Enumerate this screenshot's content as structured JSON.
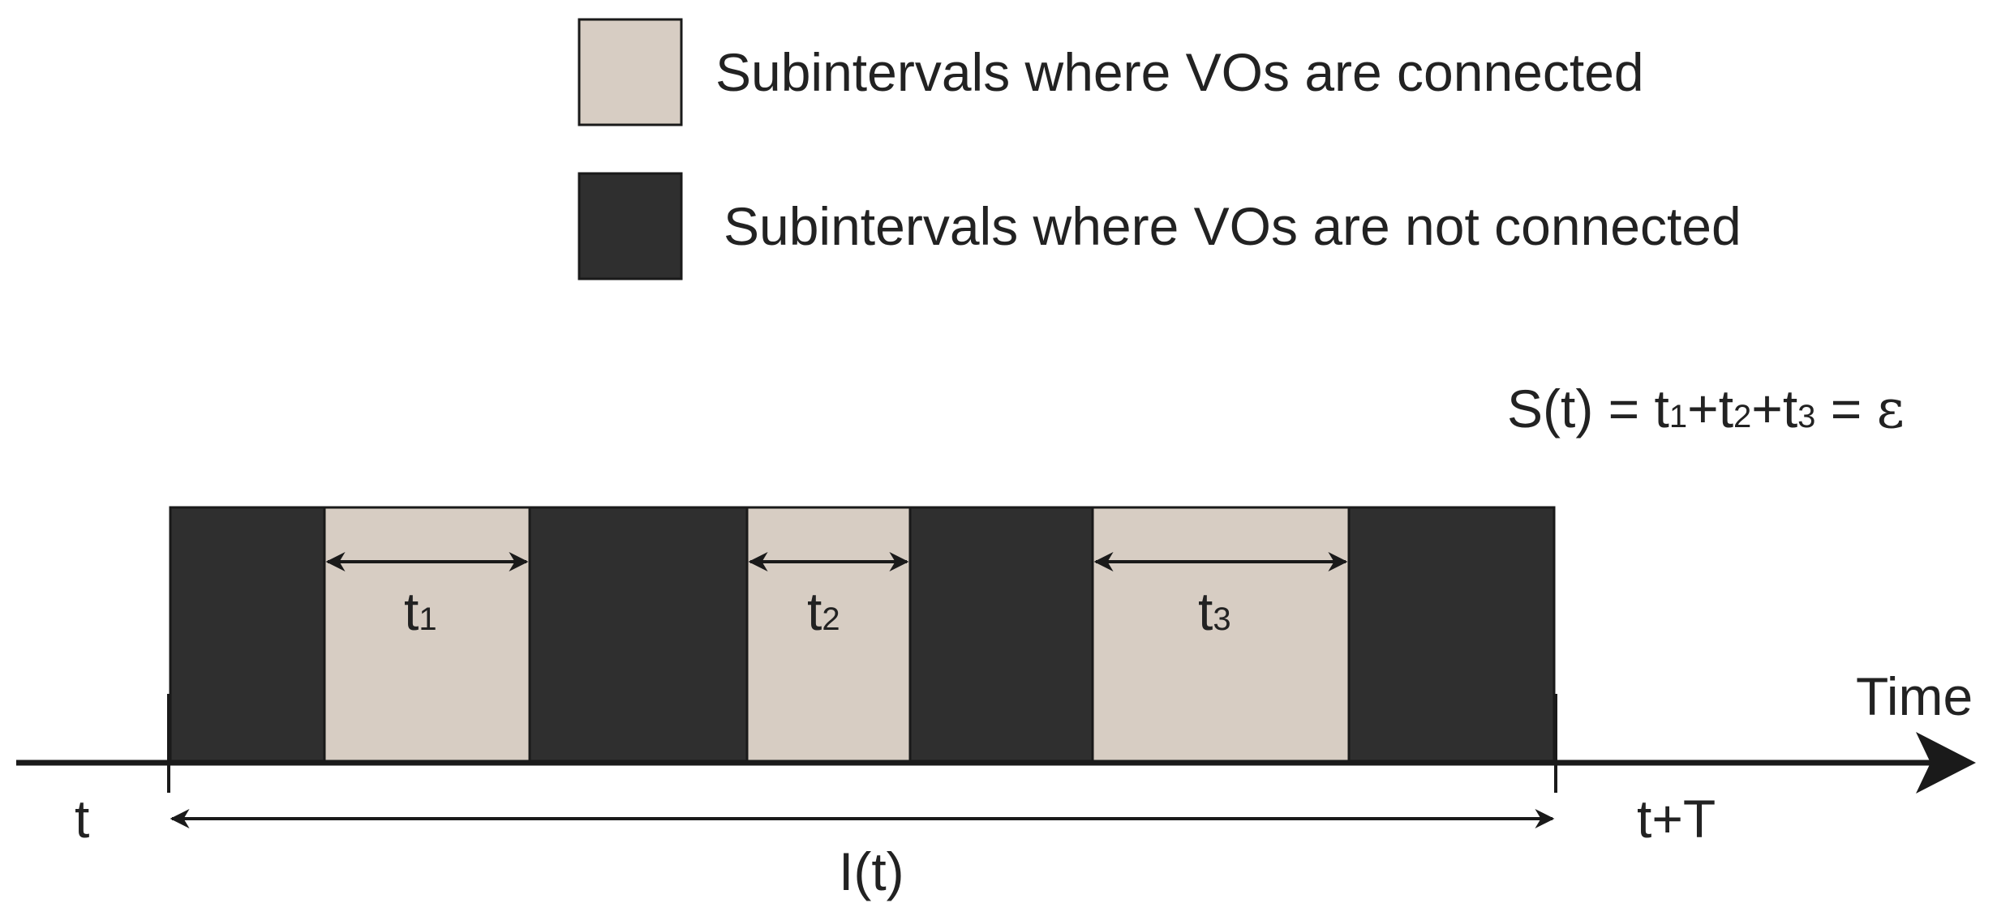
{
  "legend": {
    "connected_label": "Subintervals where VOs are connected",
    "not_connected_label": "Subintervals where VOs are not connected"
  },
  "formula": {
    "lhs": "S(t) = ",
    "t": "t",
    "plus": "+",
    "equals": " = ",
    "sub1": "1",
    "sub2": "2",
    "sub3": "3",
    "epsilon": "ε"
  },
  "intervals": {
    "t": "t",
    "sub1": "1",
    "sub2": "2",
    "sub3": "3"
  },
  "axis": {
    "time_label": "Time",
    "start_label": "t",
    "end_label": "t+T",
    "span_label": "I(t)"
  },
  "colors": {
    "connected": "#d7cdc3",
    "not_connected": "#2f2f2f",
    "line": "#1a1a1a"
  }
}
